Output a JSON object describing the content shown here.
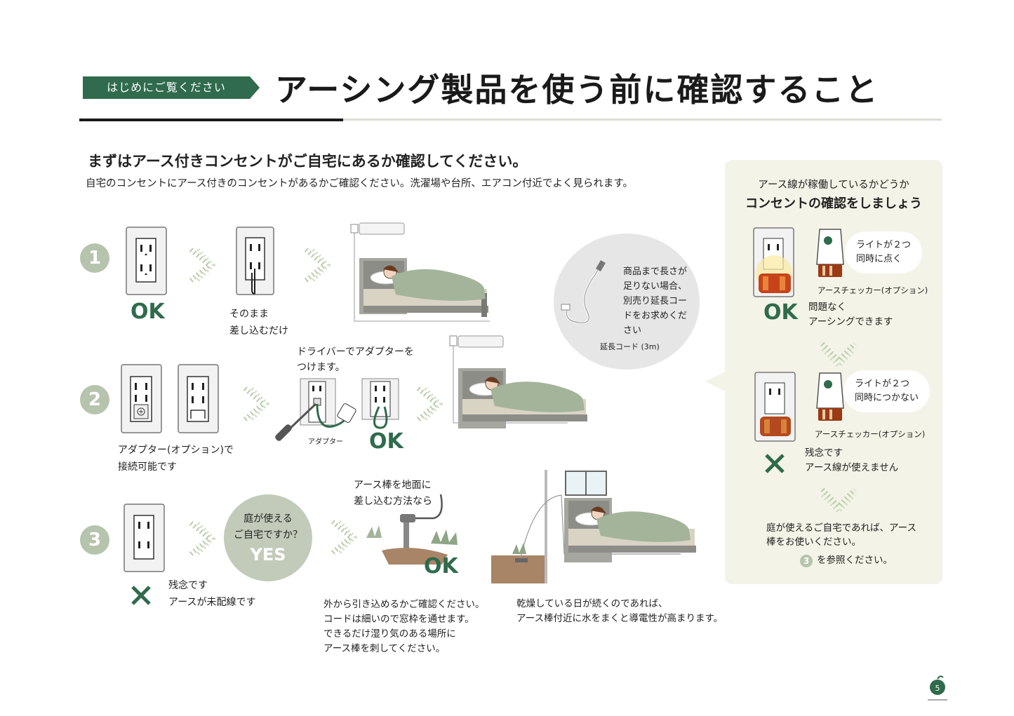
{
  "header": {
    "tag_label": "はじめにご覧ください",
    "title": "アーシング製品を使う前に確認すること"
  },
  "intro": {
    "heading": "まずはアース付きコンセントがご自宅にあるか確認してください。",
    "text": "自宅のコンセントにアース付きのコンセントがあるかご確認ください。洗濯場や台所、エアコン付近でよく見られます。"
  },
  "steps": [
    {
      "number": "1",
      "status": "OK",
      "note_line1": "そのまま",
      "note_line2": "差し込むだけ"
    },
    {
      "number": "2",
      "note_line1": "アダプター(オプション)で",
      "note_line2": "接続可能です",
      "driver_line1": "ドライバーでアダプターを",
      "driver_line2": "つけます。",
      "adapter_label": "アダプター",
      "status": "OK"
    },
    {
      "number": "3",
      "note_line1": "残念です",
      "note_line2": "アースが未配線です",
      "question_line1": "庭が使える",
      "question_line2": "ご自宅ですか？",
      "answer": "YES",
      "rod_line1": "アース棒を地面に",
      "rod_line2": "差し込む方法なら",
      "status": "OK",
      "outdoor_text": [
        "外から引き込めるかご確認ください。",
        "コードは細いので窓枠を通せます。",
        "できるだけ湿り気のある場所に",
        "アース棒を刺してください。"
      ],
      "dry_text": [
        "乾燥している日が続くのであれば、",
        "アース棒付近に水をまくと導電性が高まります。"
      ]
    }
  ],
  "cord": {
    "text": [
      "商品まで長さが",
      "足りない場合、",
      "別売り延長コー",
      "ドをお求めくだ",
      "さい"
    ],
    "label": "延長コード (3m)"
  },
  "panel": {
    "intro": "アース線が稼働しているかどうか",
    "heading": "コンセントの確認をしましょう",
    "ok_case": {
      "bubble_line1": "ライトが２つ",
      "bubble_line2": "同時に点く",
      "checker_label": "アースチェッカー(オプション)",
      "status": "OK",
      "result_line1": "問題なく",
      "result_line2": "アーシングできます"
    },
    "ng_case": {
      "bubble_line1": "ライトが２つ",
      "bubble_line2": "同時につかない",
      "checker_label": "アースチェッカー(オプション)",
      "result_line1": "残念です",
      "result_line2": "アース線が使えません"
    },
    "footer_line1": "庭が使えるご自宅であれば、アース",
    "footer_line2": "棒をお使いください。",
    "footer_ref_number": "3",
    "footer_ref_text": "を参照ください。"
  },
  "colors": {
    "brand_green": "#2f6b4c",
    "number_badge": "#b7c4ad",
    "panel_bg": "#f3f3e7",
    "chevron": "#b9ccab"
  }
}
